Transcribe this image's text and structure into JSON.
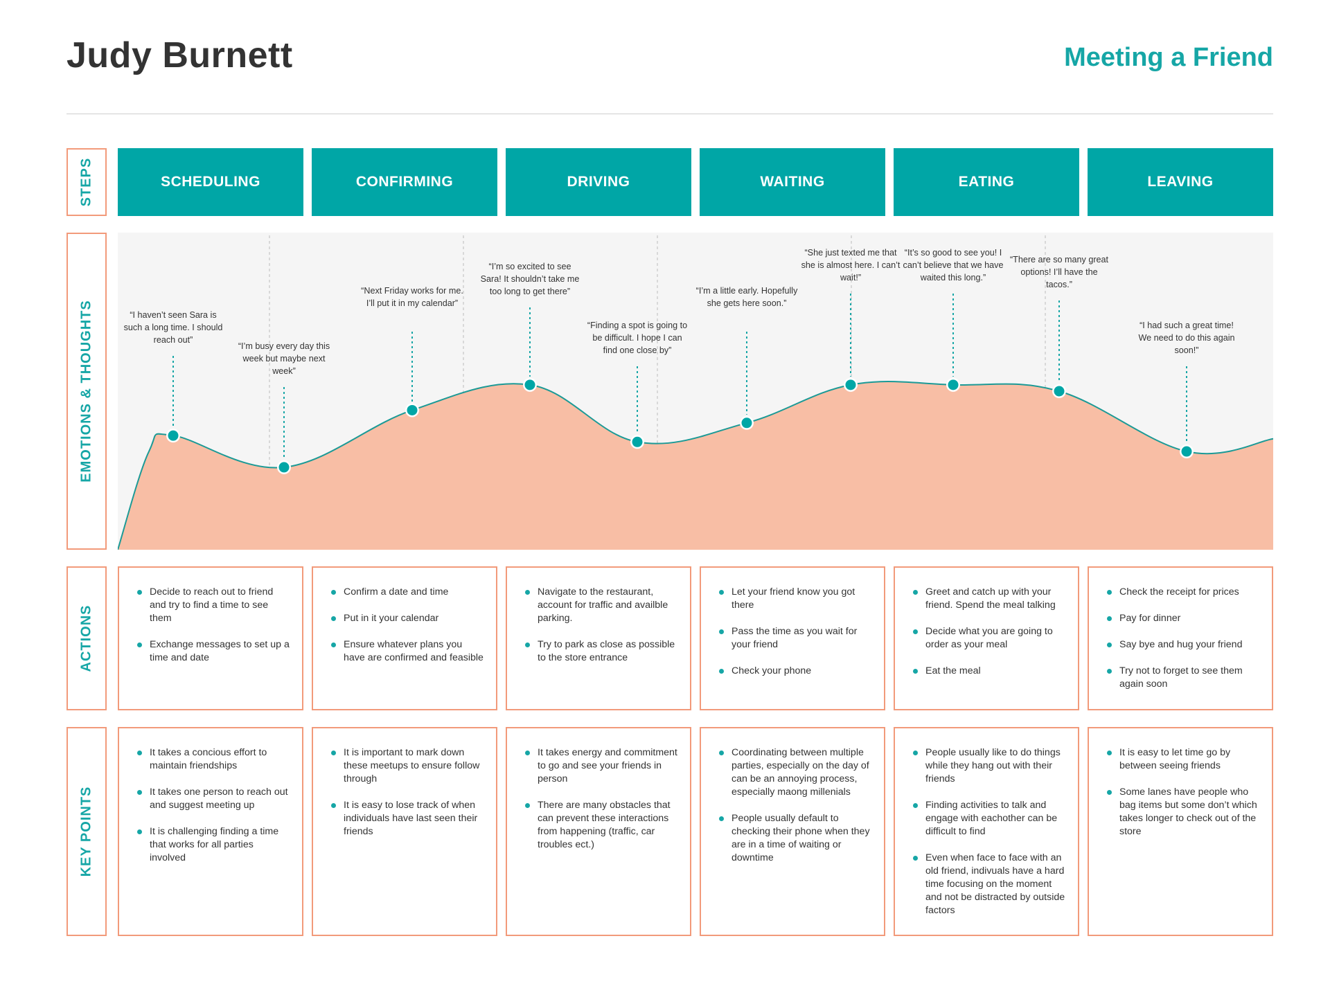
{
  "header": {
    "person": "Judy Burnett",
    "scenario": "Meeting a Friend"
  },
  "row_labels": {
    "steps": "STEPS",
    "emotions": "EMOTIONS & THOUGHTS",
    "actions": "ACTIONS",
    "key_points": "KEY POINTS"
  },
  "steps": [
    "SCHEDULING",
    "CONFIRMING",
    "DRIVING",
    "WAITING",
    "EATING",
    "LEAVING"
  ],
  "colors": {
    "teal": "#00a6a6",
    "salmon": "#f8bea5",
    "border": "#f29a7a",
    "panel": "#f5f5f5"
  },
  "emotions": [
    {
      "level": 0.36,
      "quote": "“I haven’t seen Sara is such a long time. I should reach out”"
    },
    {
      "level": 0.26,
      "quote": "“I’m busy every day this week but maybe next week”"
    },
    {
      "level": 0.44,
      "quote": "“Next Friday works for me. I’ll put it in my calendar”"
    },
    {
      "level": 0.52,
      "quote": "“I’m so excited to see Sara! It shouldn’t take me too long to get there”"
    },
    {
      "level": 0.34,
      "quote": "“Finding a spot is going to be difficult. I hope I can find one close by”"
    },
    {
      "level": 0.4,
      "quote": "“I’m a little early. Hopefully she gets here soon.”"
    },
    {
      "level": 0.52,
      "quote": "“She just texted me that she is almost here. I can’t wait!”"
    },
    {
      "level": 0.52,
      "quote": "“It’s so good to see you! I can’t believe that we have waited this long.”"
    },
    {
      "level": 0.5,
      "quote": "“There are so many great options! I’ll have the tacos.”"
    },
    {
      "level": 0.31,
      "quote": "“I had such a great time! We need to do this again soon!”"
    }
  ],
  "actions": [
    [
      "Decide to reach out to friend and try to find a time to see them",
      "Exchange messages to set up a time and date"
    ],
    [
      "Confirm a date and time",
      "Put in it your calendar",
      "Ensure whatever plans you have are confirmed and feasible"
    ],
    [
      "Navigate to the restaurant, account for traffic and availble parking.",
      "Try to park as close as possible to the store entrance"
    ],
    [
      "Let your friend know you got there",
      "Pass the time as you wait for your friend",
      "Check your phone"
    ],
    [
      "Greet and catch up with your friend. Spend the meal talking",
      "Decide what you are going to order as your meal",
      "Eat the meal"
    ],
    [
      "Check the receipt for prices",
      "Pay for dinner",
      "Say bye and hug your friend",
      "Try not to forget to see them again soon"
    ]
  ],
  "key_points": [
    [
      "It takes a concious effort to maintain friendships",
      "It takes one person to reach out and suggest meeting up",
      "It is challenging finding a time that works for all parties involved"
    ],
    [
      "It is important to mark down these meetups to ensure follow through",
      "It is easy to lose track of when individuals have last seen their friends"
    ],
    [
      "It takes energy and commitment to go and see your friends in person",
      "There are many obstacles that can prevent these interactions from happening (traffic, car troubles ect.)"
    ],
    [
      "Coordinating between multiple parties, especially on the day of can be an annoying process, especially maong millenials",
      "People usually default to checking their phone when they are in a time of waiting or downtime"
    ],
    [
      "People usually like to do things while they hang out with their friends",
      "Finding activities to talk and engage with eachother can be difficult to find",
      "Even when face to face with an old friend, indivuals have a hard time focusing on the moment and not be distracted by outside factors"
    ],
    [
      "It is easy to let time go by between seeing friends",
      "Some lanes have people who bag items but some don’t which takes longer to check out of the store"
    ]
  ]
}
